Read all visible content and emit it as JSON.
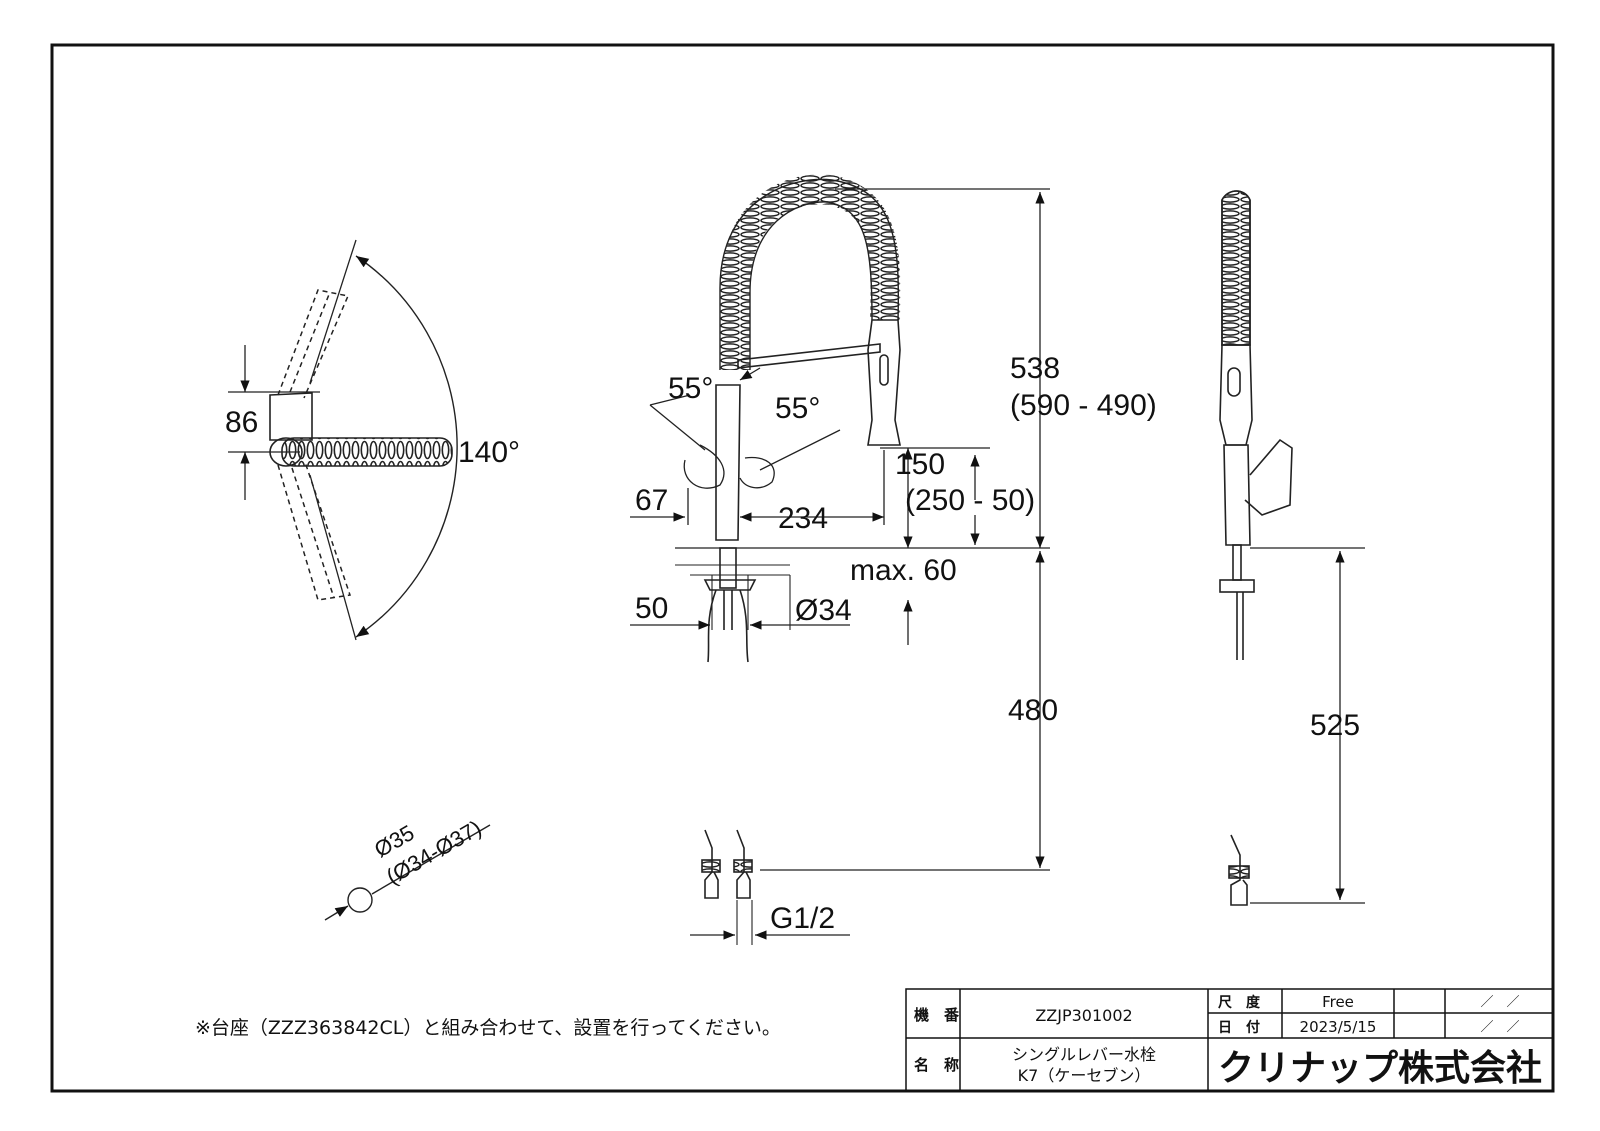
{
  "dimensions": {
    "d86": "86",
    "d140": "140°",
    "d55a": "55°",
    "d55b": "55°",
    "d67": "67",
    "d234": "234",
    "d538": "538",
    "d538_range": "(590 - 490)",
    "d150": "150",
    "d150_range": "(250 - 50)",
    "dmax60": "max. 60",
    "d50": "50",
    "d34": "Ø34",
    "d480": "480",
    "d525": "525",
    "dG12": "G1/2",
    "hole": "Ø35",
    "hole_range": "(Ø34-Ø37)"
  },
  "note": "※台座（ZZZ363842CL）と組み合わせて、設置を行ってください。",
  "title_block": {
    "model_label": "機　番",
    "model_value": "ZZJP301002",
    "name_label": "名　称",
    "name_value_1": "シングルレバー水栓",
    "name_value_2": "K7（ケーセブン）",
    "scale_label": "尺　度",
    "scale_value": "Free",
    "date_label": "日　付",
    "date_value": "2023/5/15",
    "blank_1": "／　／",
    "blank_2": "／　／",
    "company": "クリナップ株式会社"
  }
}
